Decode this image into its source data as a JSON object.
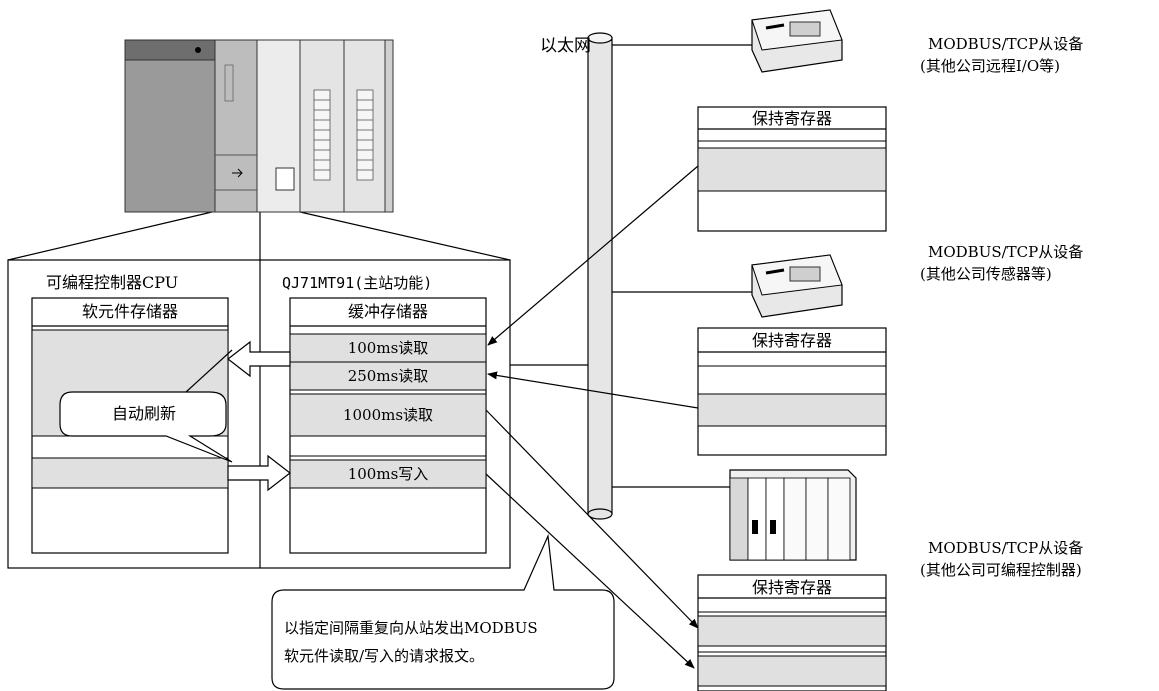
{
  "network": {
    "label": "以太网"
  },
  "master": {
    "cpu_title": "可编程控制器CPU",
    "cpu_memory_title": "软元件存储器",
    "module_title": "QJ71MT91(主站功能)",
    "buffer_title": "缓冲存储器",
    "buffer_rows": [
      "100ms读取",
      "250ms读取",
      "1000ms读取",
      "100ms写入"
    ],
    "auto_refresh_label": "自动刷新"
  },
  "slaves": [
    {
      "line1": "MODBUS/TCP从设备",
      "line2": "(其他公司远程I/O等)",
      "register_title": "保持寄存器"
    },
    {
      "line1": "MODBUS/TCP从设备",
      "line2": "(其他公司传感器等)",
      "register_title": "保持寄存器"
    },
    {
      "line1": "MODBUS/TCP从设备",
      "line2": "(其他公司可编程控制器)",
      "register_title": "保持寄存器"
    }
  ],
  "callout": {
    "line1": "以指定间隔重复向从站发出MODBUS",
    "line2": "软元件读取/写入的请求报文。"
  }
}
